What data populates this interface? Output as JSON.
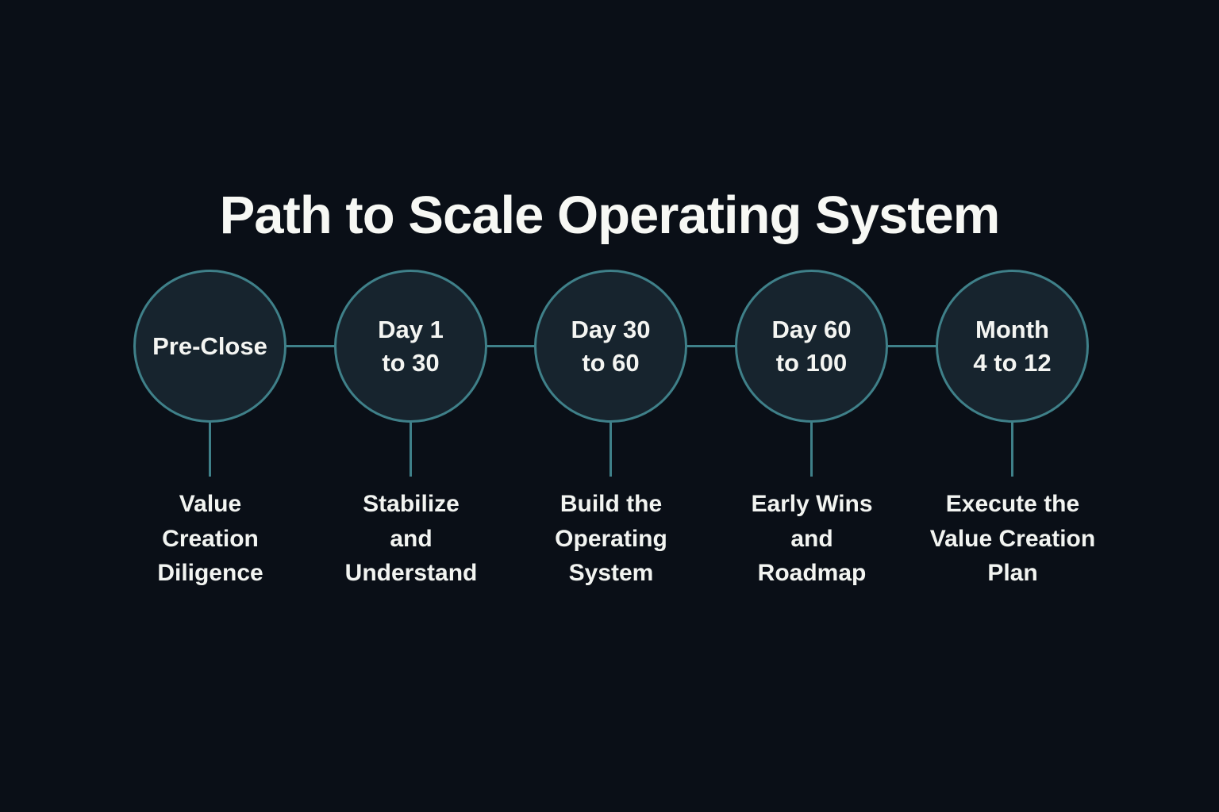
{
  "title": "Path to Scale Operating System",
  "diagram_type": "timeline-process",
  "colors": {
    "background": "#0a0f17",
    "circle_fill": "#17242e",
    "accent_teal": "#3f8089",
    "text": "#f4f5f2"
  },
  "nodes": [
    {
      "stage": "Pre-Close",
      "description": "Value\nCreation\nDiligence"
    },
    {
      "stage": "Day 1\nto 30",
      "description": "Stabilize\nand\nUnderstand"
    },
    {
      "stage": "Day 30\nto 60",
      "description": "Build the\nOperating\nSystem"
    },
    {
      "stage": "Day 60\nto 100",
      "description": "Early Wins\nand\nRoadmap"
    },
    {
      "stage": "Month\n4 to 12",
      "description": "Execute the\nValue Creation\nPlan"
    }
  ]
}
